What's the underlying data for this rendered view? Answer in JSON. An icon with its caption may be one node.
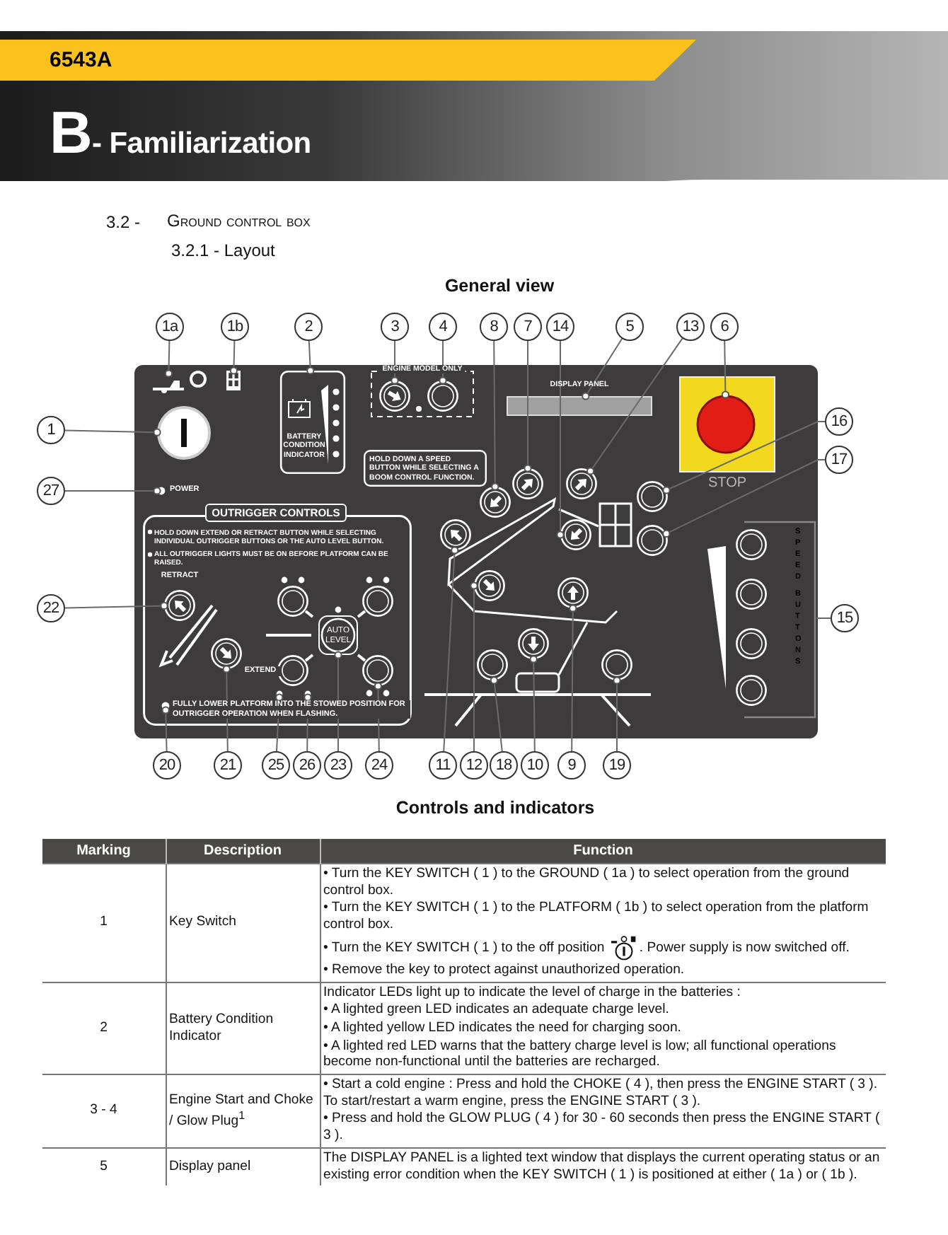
{
  "diagram": {
    "title": "B- Familiarization",
    "nodes": [
      {
        "text": [
          "1a"
        ]
      },
      {
        "text": [
          "1b"
        ]
      },
      {
        "text": [
          "2"
        ]
      },
      {
        "text": [
          "3"
        ]
      },
      {
        "text": [
          "4"
        ]
      },
      {
        "text": [
          "8"
        ]
      },
      {
        "text": [
          "7"
        ]
      },
      {
        "text": [
          "14"
        ]
      },
      {
        "text": [
          "5"
        ]
      },
      {
        "text": [
          "13"
        ]
      },
      {
        "text": [
          "6"
        ]
      },
      {
        "text": [
          "1"
        ]
      },
      {
        "text": [
          "16"
        ]
      },
      {
        "text": [
          "17"
        ]
      },
      {
        "text": [
          "27"
        ]
      },
      {
        "text": [
          "22"
        ]
      },
      {
        "text": [
          "15"
        ]
      },
      {
        "text": [
          "20"
        ]
      },
      {
        "text": [
          "21"
        ]
      },
      {
        "text": [
          "25"
        ]
      },
      {
        "text": [
          "26"
        ]
      },
      {
        "text": [
          "23"
        ]
      },
      {
        "text": [
          "24"
        ]
      },
      {
        "text": [
          "11"
        ]
      },
      {
        "text": [
          "12"
        ]
      },
      {
        "text": [
          "18"
        ]
      },
      {
        "text": [
          "10"
        ]
      },
      {
        "text": [
          "9"
        ]
      },
      {
        "text": [
          "19"
        ]
      },
      {
        "text": [],
        "shape": "picture"
      },
      {
        "text": [],
        "shape": "picture"
      },
      {
        "text": [
          "BATTERY CONDITION INDICATOR"
        ]
      },
      {
        "text": [
          "ENGINE MODEL ONLY"
        ]
      },
      {
        "text": [],
        "shape": "circle",
        "in": 32
      },
      {
        "text": [],
        "shape": "circle",
        "in": 32
      },
      {
        "text": [
          "DISPLAY PANEL"
        ]
      },
      {
        "text": [
          "STOP"
        ]
      },
      {
        "text": [],
        "shape": "circle",
        "in": 36
      },
      {
        "text": [],
        "shape": "circle"
      },
      {
        "text": [
          "HOLD DOWN A SPEED BUTTON WHILE SELECTING A BOOM CONTROL FUNCTION."
        ]
      },
      {
        "text": [],
        "shape": "circle",
        "beside": [
          "POWER"
        ]
      },
      {
        "text": [
          "OUTRIGGER CONTROLS",
          "HOLD DOWN EXTEND OR RETRACT BUTTON WHILE SELECTING INDIVIDUAL OUTRIGGER BUTTONS OR THE AUTO LEVEL BUTTON.",
          "ALL OUTRIGGER LIGHTS MUST BE ON BEFORE PLATFORM CAN BE RAISED."
        ]
      },
      {
        "text": [],
        "shape": "circle",
        "in": 41,
        "beside": [
          "RETRACT"
        ]
      },
      {
        "text": [],
        "shape": "circle",
        "in": 41,
        "beside": [
          "EXTEND"
        ]
      },
      {
        "text": [
          "AUTO LEVEL"
        ],
        "in": 41
      },
      {
        "text": [],
        "shape": "circle",
        "in": 41
      },
      {
        "text": [],
        "shape": "circle",
        "in": 41
      },
      {
        "text": [],
        "shape": "circle",
        "in": 41
      },
      {
        "text": [],
        "shape": "circle",
        "in": 41,
        "beside": [
          "FULLY LOWER PLATFORM INTO THE STOWED POSITION FOR OUTRIGGER OPERATION WHEN FLASHING."
        ]
      },
      {
        "text": [],
        "shape": "circle"
      },
      {
        "text": [],
        "shape": "circle"
      },
      {
        "text": [],
        "shape": "circle"
      },
      {
        "text": [],
        "shape": "circle"
      },
      {
        "text": [],
        "shape": "circle"
      },
      {
        "text": [],
        "shape": "circle"
      },
      {
        "text": [],
        "shape": "circle"
      },
      {
        "text": [],
        "shape": "circle"
      },
      {
        "text": [],
        "shape": "circle"
      },
      {
        "text": [],
        "shape": "circle"
      },
      {
        "text": [],
        "shape": "circle"
      },
      {
        "text": [],
        "shape": "circle"
      }
    ],
    "edges": [
      {
        "from": 0,
        "to": 29,
        "arrow": "other"
      },
      {
        "from": 1,
        "to": 30,
        "arrow": "other"
      },
      {
        "from": 2,
        "to": 31,
        "arrow": "other"
      },
      {
        "from": 3,
        "to": 33,
        "arrow": "other"
      },
      {
        "from": 4,
        "to": 34,
        "arrow": "other"
      },
      {
        "from": 5,
        "to": 49,
        "arrow": "other"
      },
      {
        "from": 6,
        "to": 50,
        "arrow": "other"
      },
      {
        "from": 7,
        "to": 52,
        "arrow": "other"
      },
      {
        "from": 8,
        "to": 35,
        "arrow": "other"
      },
      {
        "from": 9,
        "to": 51,
        "arrow": "other"
      },
      {
        "from": 10,
        "to": 37,
        "arrow": "other"
      },
      {
        "from": 11,
        "to": 38,
        "arrow": "other"
      },
      {
        "from": 12,
        "to": 59,
        "arrow": "other"
      },
      {
        "from": 13,
        "to": 60,
        "arrow": "other"
      },
      {
        "from": 14,
        "to": 40,
        "arrow": "other"
      },
      {
        "from": 15,
        "to": 42,
        "arrow": "other"
      },
      {
        "from": 16,
        "to": null,
        "arrow": "none"
      },
      {
        "from": 17,
        "to": 48,
        "arrow": "other"
      },
      {
        "from": 18,
        "to": 43,
        "arrow": "other"
      },
      {
        "from": 19,
        "to": 46,
        "arrow": "other"
      },
      {
        "from": 20,
        "to": 47,
        "arrow": "other"
      },
      {
        "from": 21,
        "to": 44,
        "arrow": "other"
      },
      {
        "from": 22,
        "to": 45,
        "arrow": "other"
      },
      {
        "from": 23,
        "to": 53,
        "arrow": "other"
      },
      {
        "from": 24,
        "to": 54,
        "arrow": "other"
      },
      {
        "from": 25,
        "to": 57,
        "arrow": "other"
      },
      {
        "from": 26,
        "to": 56,
        "arrow": "other"
      },
      {
        "from": 27,
        "to": 55,
        "arrow": "other"
      },
      {
        "from": 28,
        "to": 58,
        "arrow": "other"
      }
    ],
    "labels": [
      "6543A",
      "3.2 -",
      "Ground control box",
      "3.2.1 - Layout",
      "General view",
      "SPEED",
      "BUTTONS",
      "Controls and indicators",
      "Marking",
      "Description",
      "Function",
      "1",
      "Key Switch",
      "• Turn the KEY SWITCH ( 1 ) to the GROUND ( 1a ) to select operation from the ground control box.",
      "• Turn the KEY SWITCH ( 1 ) to the PLATFORM ( 1b ) to select operation from the platform control box.",
      "• Turn the KEY SWITCH ( 1 ) to the off position",
      ". Power supply is now switched off.",
      "• Remove the key to protect against unauthorized operation.",
      "2",
      "Battery Condition Indicator",
      "Indicator LEDs light up to indicate the level of charge in the batteries :",
      "• A lighted green LED indicates an adequate charge level.",
      "• A lighted yellow LED indicates the need for charging soon.",
      "• A lighted red LED warns that the battery charge level is low; all functional operations become non-functional until the batteries are recharged.",
      "3 - 4",
      "Engine Start and Choke / Glow Plug$^{1}$",
      "• Start a cold engine : Press and hold the CHOKE ( 4 ), then press the ENGINE START ( 3 ). To start/restart a warm engine, press the ENGINE START ( 3 ).",
      "• Press and hold the GLOW PLUG ( 4 ) for 30 - 60 seconds then press the ENGINE START ( 3 ).",
      "5",
      "Display panel",
      "The DISPLAY PANEL is a lighted text window that displays the current operating status or an existing error condition when the KEY SWITCH ( 1 ) is positioned at either ( 1a ) or ( 1b )."
    ]
  }
}
